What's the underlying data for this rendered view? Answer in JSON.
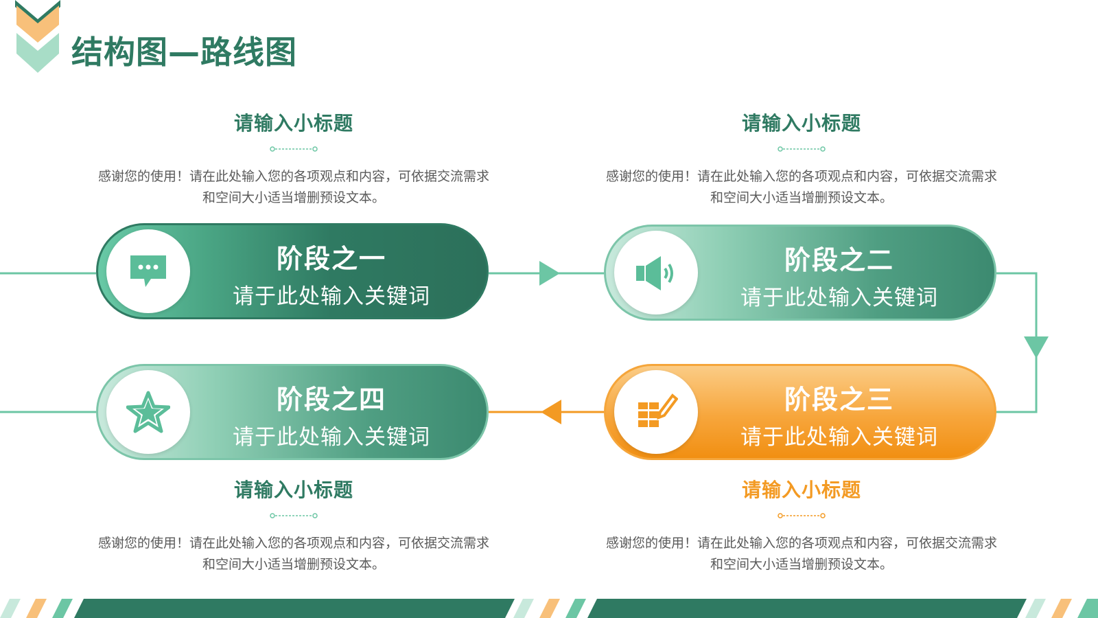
{
  "page": {
    "title": "结构图—路线图"
  },
  "colors": {
    "primary_green": "#2f7a62",
    "light_green": "#6cc6a4",
    "mint": "#a8ddc7",
    "orange": "#f39a23",
    "light_orange": "#f8c07a",
    "text_gray": "#5a5a5a"
  },
  "stages": [
    {
      "label": "阶段之一",
      "keyword": "请于此处输入关键词",
      "icon": "chat-bubble-icon"
    },
    {
      "label": "阶段之二",
      "keyword": "请于此处输入关键词",
      "icon": "speaker-icon"
    },
    {
      "label": "阶段之三",
      "keyword": "请于此处输入关键词",
      "icon": "edit-grid-icon"
    },
    {
      "label": "阶段之四",
      "keyword": "请于此处输入关键词",
      "icon": "star-icon"
    }
  ],
  "blocks": [
    {
      "subtitle": "请输入小标题",
      "text": "感谢您的使用！请在此处输入您的各项观点和内容，可依据交流需求和空间大小适当增删预设文本。"
    },
    {
      "subtitle": "请输入小标题",
      "text": "感谢您的使用！请在此处输入您的各项观点和内容，可依据交流需求和空间大小适当增删预设文本。"
    },
    {
      "subtitle": "请输入小标题",
      "text": "感谢您的使用！请在此处输入您的各项观点和内容，可依据交流需求和空间大小适当增删预设文本。"
    },
    {
      "subtitle": "请输入小标题",
      "text": "感谢您的使用！请在此处输入您的各项观点和内容，可依据交流需求和空间大小适当增删预设文本。"
    }
  ]
}
